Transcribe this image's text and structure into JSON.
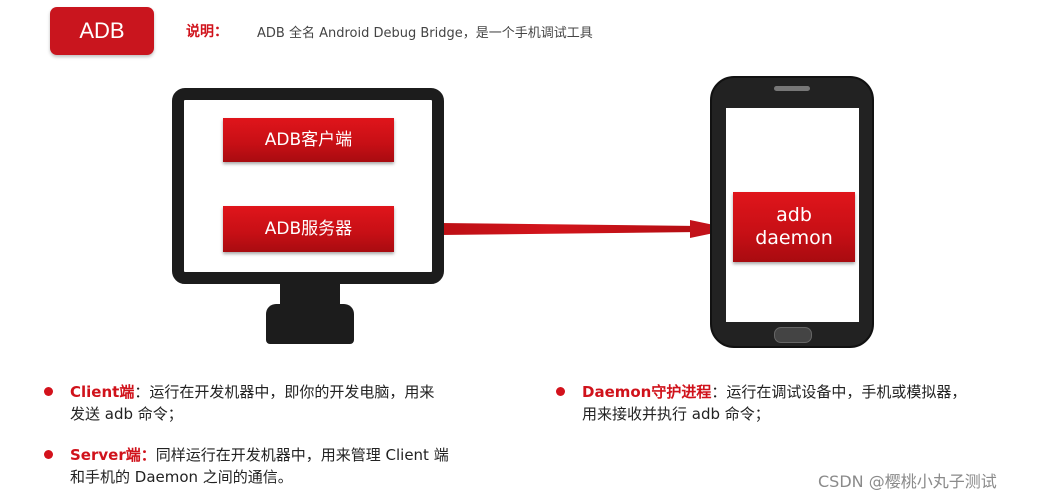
{
  "header": {
    "title": "ADB",
    "desc_label": "说明：",
    "desc_text": "ADB 全名 Android Debug Bridge，是一个手机调试工具"
  },
  "diagram": {
    "client_box": "ADB客户端",
    "server_box": "ADB服务器",
    "daemon_line1": "adb",
    "daemon_line2": "daemon"
  },
  "bullets": [
    {
      "term": "Client端",
      "sep": "：",
      "line1": "运行在开发机器中，即你的开发电脑，用来",
      "line2": "发送 adb 命令；"
    },
    {
      "term": "Server端：",
      "sep": "",
      "line1": "同样运行在开发机器中，用来管理 Client 端",
      "line2": "和手机的 Daemon 之间的通信。"
    },
    {
      "term": "Daemon守护进程",
      "sep": "：",
      "line1": "运行在调试设备中，手机或模拟器，",
      "line2": "用来接收并执行 adb 命令；"
    }
  ],
  "watermark": "CSDN @樱桃小丸子测试",
  "colors": {
    "accent": "#d0121b",
    "device": "#1c1c1c"
  }
}
